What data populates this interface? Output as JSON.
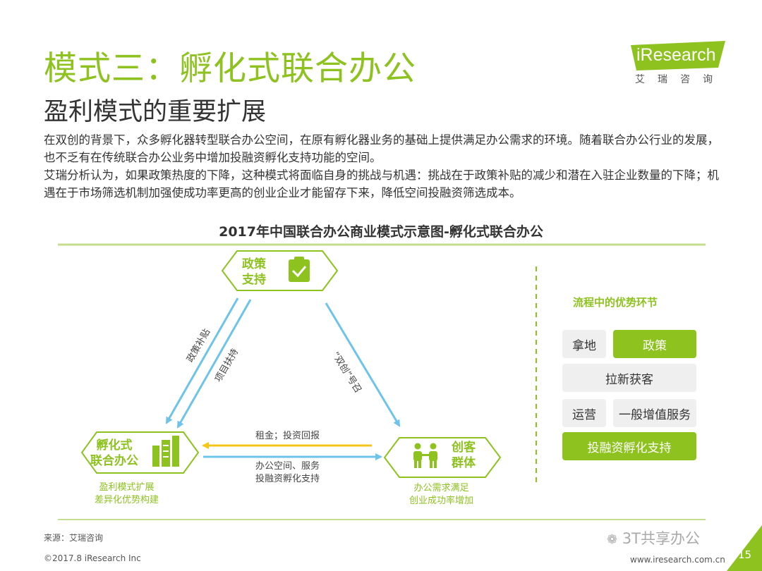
{
  "header": {
    "title": "模式三：孵化式联合办公",
    "subtitle": "盈利模式的重要扩展",
    "logo_text": "iResearch",
    "logo_cn": "艾瑞咨询"
  },
  "body": {
    "paragraph1": "在双创的背景下，众多孵化器转型联合办公空间，在原有孵化器业务的基础上提供满足办公需求的环境。随着联合办公行业的发展，也不乏有在传统联合办公业务中增加投融资孵化支持功能的空间。",
    "paragraph2": "艾瑞分析认为，如果政策热度的下降，这种模式将面临自身的挑战与机遇：挑战在于政策补贴的减少和潜在入驻企业数量的下降；机遇在于市场筛选机制加强使成功率更高的创业企业才能留存下来，降低空间投融资筛选成本。"
  },
  "diagram": {
    "title": "2017年中国联合办公商业模式示意图-孵化式联合办公",
    "nodes": {
      "policy": {
        "line1": "政策",
        "line2": "支持",
        "icon": "clipboard-check-icon"
      },
      "incubator": {
        "line1": "孵化式",
        "line2": "联合办公",
        "icon": "buildings-icon",
        "caption1": "盈利模式扩展",
        "caption2": "差异化优势构建"
      },
      "makers": {
        "line1": "创客",
        "line2": "群体",
        "icon": "people-icon",
        "caption1": "办公需求满足",
        "caption2": "创业成功率增加"
      }
    },
    "arrows": {
      "subsidy": "政策补贴",
      "project_support": "项目扶持",
      "shuangchuang_call": "“双创”号召",
      "rent": "租金；投资回报",
      "service_line1": "办公空间、服务",
      "service_line2": "投融资孵化支持"
    },
    "panel": {
      "title": "流程中的优势环节",
      "items": [
        {
          "label": "拿地",
          "highlight": false
        },
        {
          "label": "政策",
          "highlight": true
        },
        {
          "label": "拉新获客",
          "highlight": false
        },
        {
          "label": "运营",
          "highlight": false
        },
        {
          "label": "一般增值服务",
          "highlight": false
        },
        {
          "label": "投融资孵化支持",
          "highlight": true
        }
      ]
    }
  },
  "footer": {
    "source": "来源：艾瑞咨询",
    "copyright": "©2017.8 iResearch Inc",
    "website": "www.iresearch.com.cn",
    "watermark": "3T共享办公",
    "page": "15"
  },
  "colors": {
    "green": "#8dc21f",
    "blue_arrow": "#6ec3eb",
    "yellow_arrow": "#f5c518",
    "grey_chip": "#efefef"
  }
}
